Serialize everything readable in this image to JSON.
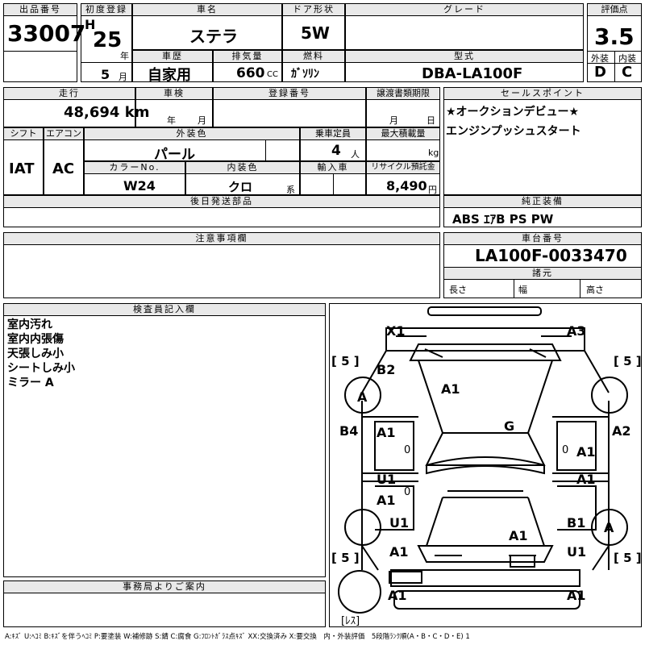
{
  "header": {
    "lot_no_label": "出品番号",
    "lot_no": "33007",
    "first_reg_label": "初度登録",
    "era": "H",
    "year": "25",
    "year_unit": "年",
    "month": "5",
    "month_unit": "月",
    "car_name_label": "車名",
    "car_name": "ステラ",
    "door_label": "ドア形状",
    "door": "5W",
    "grade_label": "グレード",
    "grade": "",
    "score_label": "評価点",
    "score": "3.5",
    "history_label": "車歴",
    "history": "自家用",
    "displacement_label": "排気量",
    "displacement": "660",
    "displacement_unit": "CC",
    "fuel_label": "燃料",
    "fuel": "ｶﾞｿﾘﾝ",
    "model_label": "型式",
    "model": "DBA-LA100F",
    "exterior_label": "外装",
    "exterior": "D",
    "interior_label": "内装",
    "interior": "C"
  },
  "row2": {
    "mileage_label": "走行",
    "mileage": "48,694 km",
    "inspection_label": "車検",
    "inspection_year_unit": "年",
    "inspection_month_unit": "月",
    "reg_no_label": "登録番号",
    "transfer_label": "譲渡書類期限",
    "transfer_month": "月",
    "transfer_day": "日",
    "shift_label": "シフト",
    "shift": "IAT",
    "ac_label": "エアコン",
    "ac": "AC",
    "ext_color_label": "外装色",
    "ext_color": "パール",
    "capacity_label": "乗車定員",
    "capacity": "4",
    "capacity_unit": "人",
    "maxload_label": "最大積載量",
    "maxload_unit": "kg",
    "color_no_label": "カラーNo.",
    "color_no": "W24",
    "int_color_label": "内装色",
    "int_color": "クロ",
    "int_color_suffix": "系",
    "import_label": "輸入車",
    "recycle_label": "リサイクル預託金",
    "recycle": "8,490",
    "recycle_unit": "円",
    "later_parts_label": "後日発送部品"
  },
  "sales": {
    "label": "セールスポイント",
    "lines": [
      "★オークションデビュー★",
      "エンジンプッシュスタート"
    ]
  },
  "equipment": {
    "label": "純正装備",
    "value": "ABS ｴｱB PS PW"
  },
  "caution": {
    "label": "注意事項欄"
  },
  "chassis": {
    "label": "車台番号",
    "value": "LA100F-0033470",
    "specs_label": "諸元",
    "length_label": "長さ",
    "width_label": "幅",
    "height_label": "高さ"
  },
  "inspector": {
    "label": "検査員記入欄",
    "lines": [
      "室内汚れ",
      "室内内張傷",
      "天張しみ小",
      "シートしみ小",
      "ミラー A"
    ]
  },
  "office": {
    "label": "事務局よりご案内"
  },
  "diagram": {
    "marks": [
      "X1",
      "A3",
      "B2",
      "A1",
      "A",
      "G",
      "B4",
      "A1",
      "A2",
      "A1",
      "U1",
      "A1",
      "A1",
      "U1",
      "A1",
      "B1",
      "A",
      "A1",
      "U1",
      "A1",
      "A1"
    ],
    "tire_left_top": "[ 5 ]",
    "tire_right_top": "[ 5 ]",
    "tire_left_bottom": "[ 5 ]",
    "tire_right_bottom": "[ 5 ]",
    "spare": "[ﾚｽ]",
    "zero1": "0",
    "zero2": "0",
    "zero3": "0"
  },
  "legend": "A:ｷｽﾞ U:ﾍｺﾐ B:ｷｽﾞを伴うﾍｺﾐ P:要塗装 W:補修跡 S:錆 C:腐食 G:ﾌﾛﾝﾄｶﾞﾗｽ点ｷｽﾞ XX:交換済み X:要交換　内・外装評価　5段階ﾗﾝｸ順(A・B・C・D・E) 1"
}
